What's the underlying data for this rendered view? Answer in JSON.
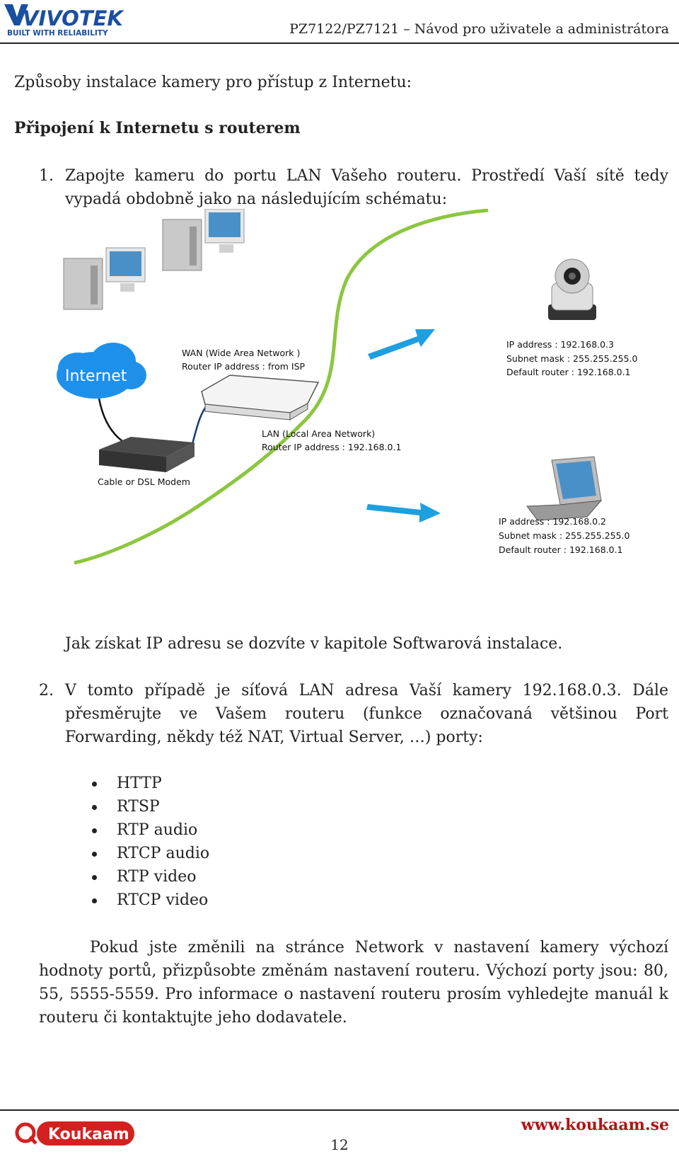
{
  "header": {
    "brand": "VIVOTEK",
    "brand_tagline": "BUILT WITH RELIABILITY",
    "doc_title": "PZ7122/PZ7121 – Návod pro uživatele a administrátora"
  },
  "content": {
    "heading": "Způsoby instalace kamery pro přístup z Internetu:",
    "subheading": "Připojení k Internetu s routerem",
    "step1": {
      "number": "1.",
      "text": "Zapojte kameru do portu LAN Vašeho routeru. Prostředí Vaší sítě tedy vypadá obdobně jako na následujícím schématu:"
    },
    "diagram": {
      "internet_label": "Internet",
      "wan_line1": "WAN (Wide Area Network )",
      "wan_line2": "Router IP address : from ISP",
      "lan_line1": "LAN (Local Area Network)",
      "lan_line2": "Router IP address : 192.168.0.1",
      "modem_label": "Cable or DSL Modem",
      "camera_ip": "IP address : 192.168.0.3",
      "camera_mask": "Subnet mask : 255.255.255.0",
      "camera_router": "Default router : 192.168.0.1",
      "laptop_ip": "IP address : 192.168.0.2",
      "laptop_mask": "Subnet mask : 255.255.255.0",
      "laptop_router": "Default router : 192.168.0.1"
    },
    "note": "Jak získat IP adresu se dozvíte v kapitole Softwarová instalace.",
    "step2": {
      "number": "2.",
      "text": "V tomto případě je síťová LAN adresa Vaší kamery 192.168.0.3. Dále přesměrujte ve Vašem routeru (funkce označovaná většinou Port Forwarding, někdy též NAT, Virtual Server, …) porty:"
    },
    "ports": [
      "HTTP",
      "RTSP",
      "RTP audio",
      "RTCP audio",
      "RTP video",
      "RTCP video"
    ],
    "paragraph": "Pokud jste změnili na stránce Network v nastavení kamery výchozí hodnoty portů, přizpůsobte změnám nastavení routeru. Výchozí porty jsou: 80, 55, 5555-5559. Pro informace o nastavení routeru prosím vyhledejte manuál k routeru či kontaktujte jeho dodavatele."
  },
  "footer": {
    "brand": "Koukaam",
    "url": "www.koukaam.se",
    "page_number": "12"
  },
  "colors": {
    "vivotek_blue": "#1a4fa0",
    "koukaam_red": "#d42020",
    "line_green": "#8cc63f",
    "arrow_blue": "#1e9fe0",
    "cloud_blue": "#1e90ea"
  }
}
